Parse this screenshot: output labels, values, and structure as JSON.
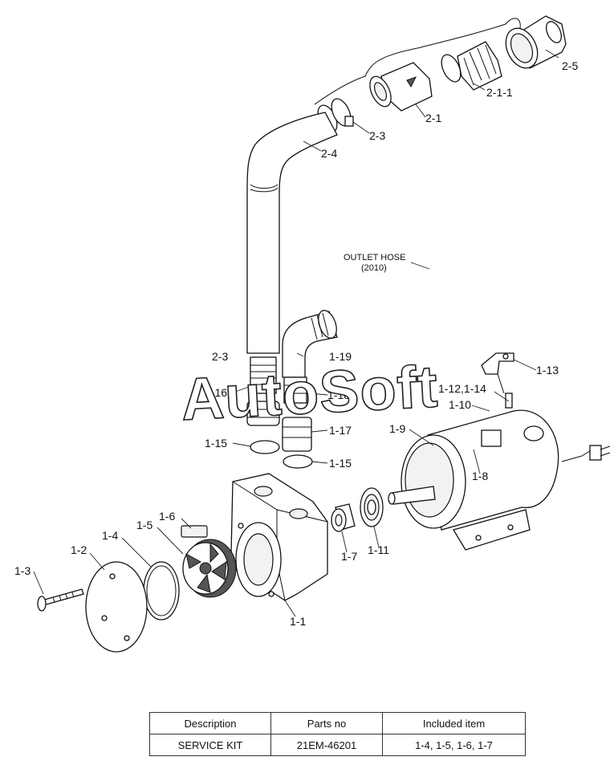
{
  "watermark": "AutoSoft",
  "outlet_hose": {
    "line1": "OUTLET HOSE",
    "line2": "(2010)"
  },
  "labels": {
    "l_2_5": "2-5",
    "l_2_1_1": "2-1-1",
    "l_2_1": "2-1",
    "l_2_3_top": "2-3",
    "l_2_4": "2-4",
    "l_2_3_mid": "2-3",
    "l_1_19": "1-19",
    "l_1_13": "1-13",
    "l_1_16": "1-16",
    "l_1_18": "1-18",
    "l_1_12_14": "1-12,1-14",
    "l_1_10": "1-10",
    "l_1_9": "1-9",
    "l_1_17": "1-17",
    "l_1_15a": "1-15",
    "l_1_15b": "1-15",
    "l_1_8": "1-8",
    "l_1_6": "1-6",
    "l_1_5": "1-5",
    "l_1_4": "1-4",
    "l_1_2": "1-2",
    "l_1_3": "1-3",
    "l_1_7": "1-7",
    "l_1_11": "1-11",
    "l_1_1": "1-1"
  },
  "table": {
    "headers": [
      "Description",
      "Parts no",
      "Included item"
    ],
    "row": [
      "SERVICE KIT",
      "21EM-46201",
      "1-4, 1-5, 1-6, 1-7"
    ]
  }
}
